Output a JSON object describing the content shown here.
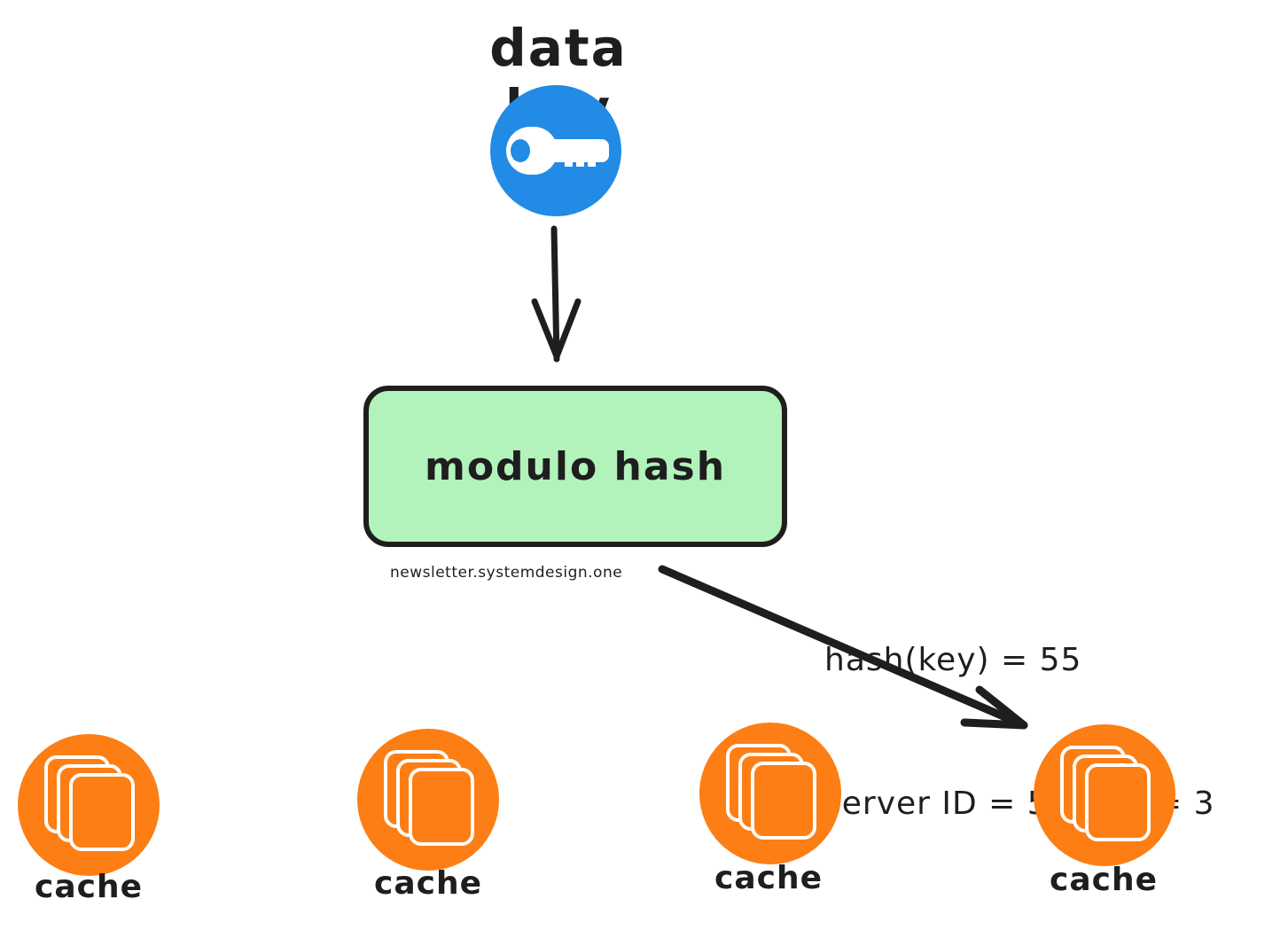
{
  "diagram": {
    "key_label": "data key",
    "hash_label": "modulo hash",
    "credit": "newsletter.systemdesign.one",
    "calc_line1": "hash(key) = 55",
    "calc_line2": "server ID = 55 % 4 = 3",
    "cache_label": "cache",
    "colors": {
      "key": "#228be6",
      "hash_fill": "#b2f2bb",
      "cache": "#fd7e14",
      "ink": "#1e1e1e"
    },
    "icons": {
      "key": "key-icon",
      "cache": "stacked-pages-icon"
    }
  }
}
